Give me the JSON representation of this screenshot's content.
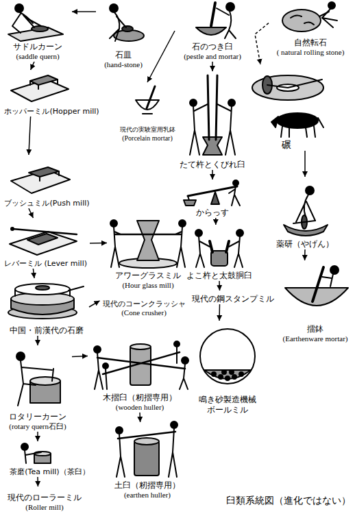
{
  "diagram": {
    "title": "臼類系統図（進化ではない）",
    "nodes": [
      {
        "text": [
          "サドルカーン",
          "(saddle quern)"
        ]
      },
      {
        "text": [
          "石皿",
          "(hand-stone)"
        ]
      },
      {
        "text": [
          "石のつき臼",
          "(pestle and mortar)"
        ]
      },
      {
        "text": [
          "自然転石",
          "( natural rolling stone)"
        ]
      },
      {
        "text": [
          "ホッパーミル(Hopper mill)"
        ]
      },
      {
        "text": [
          "現代の実験室用乳鉢",
          "(Porcelain mortar)"
        ]
      },
      {
        "text": [
          "たて杵とくびれ臼"
        ]
      },
      {
        "text": [
          "碾"
        ]
      },
      {
        "text": [
          "ブッシュミル(Push mill)"
        ]
      },
      {
        "text": [
          "からっす"
        ]
      },
      {
        "text": [
          "薬研（やげん）"
        ]
      },
      {
        "text": [
          "レバーミル (Lever mill)"
        ]
      },
      {
        "text": [
          "アワーグラスミル",
          "(Hour glass mill)"
        ]
      },
      {
        "text": [
          "よこ杵と太鼓胴臼"
        ]
      },
      {
        "text": [
          "現代のコーンクラッシャ",
          "(Cone crusher)"
        ]
      },
      {
        "text": [
          "現代の鋼スタンプミル"
        ]
      },
      {
        "text": [
          "擂鉢",
          "(Earthenware mortar)"
        ]
      },
      {
        "text": [
          "中国・前漢代の石磨"
        ]
      },
      {
        "text": [
          "木摺臼（籾摺専用）",
          "(wooden huller)"
        ]
      },
      {
        "text": [
          "鳴き砂製造機械",
          "ボールミル"
        ]
      },
      {
        "text": [
          "ロタリーカーン",
          "(rotary quern石臼)"
        ]
      },
      {
        "text": [
          "茶磨(Tea mill)（茶臼）"
        ]
      },
      {
        "text": [
          "現代のローラーミル",
          "(Roller mill)"
        ]
      },
      {
        "text": [
          "土臼（籾摺専用）",
          "(earthen huller)"
        ]
      }
    ],
    "edges": [
      {
        "from": 1,
        "to": 0,
        "arrow": "to"
      },
      {
        "from": 2,
        "to": 5,
        "arrow": "to"
      },
      {
        "from": 2,
        "to": 6,
        "arrow": "to"
      },
      {
        "from": 3,
        "to": 7,
        "arrow": "to"
      },
      {
        "from": 7,
        "to": 10,
        "arrow": "to"
      },
      {
        "from": 10,
        "to": 16,
        "arrow": "to"
      },
      {
        "from": 0,
        "to": 4,
        "arrow": "to"
      },
      {
        "from": 4,
        "to": 8,
        "arrow": "to"
      },
      {
        "from": 8,
        "to": 11,
        "arrow": "to"
      },
      {
        "from": 11,
        "to": 17,
        "arrow": "to"
      },
      {
        "from": 11,
        "to": 12,
        "arrow": "to"
      },
      {
        "from": 17,
        "to": 14,
        "arrow": "to"
      },
      {
        "from": 6,
        "to": 9,
        "arrow": "to"
      },
      {
        "from": 9,
        "to": 13,
        "arrow": "to"
      },
      {
        "from": 13,
        "to": 15,
        "arrow": "to"
      },
      {
        "from": 15,
        "to": 19,
        "arrow": "to"
      },
      {
        "from": 17,
        "to": 20,
        "arrow": "to"
      },
      {
        "from": 20,
        "to": 18,
        "arrow": "to"
      },
      {
        "from": 18,
        "to": 23,
        "arrow": "to"
      },
      {
        "from": 20,
        "to": 21,
        "arrow": "to"
      },
      {
        "from": 21,
        "to": 22,
        "arrow": "to"
      }
    ]
  }
}
